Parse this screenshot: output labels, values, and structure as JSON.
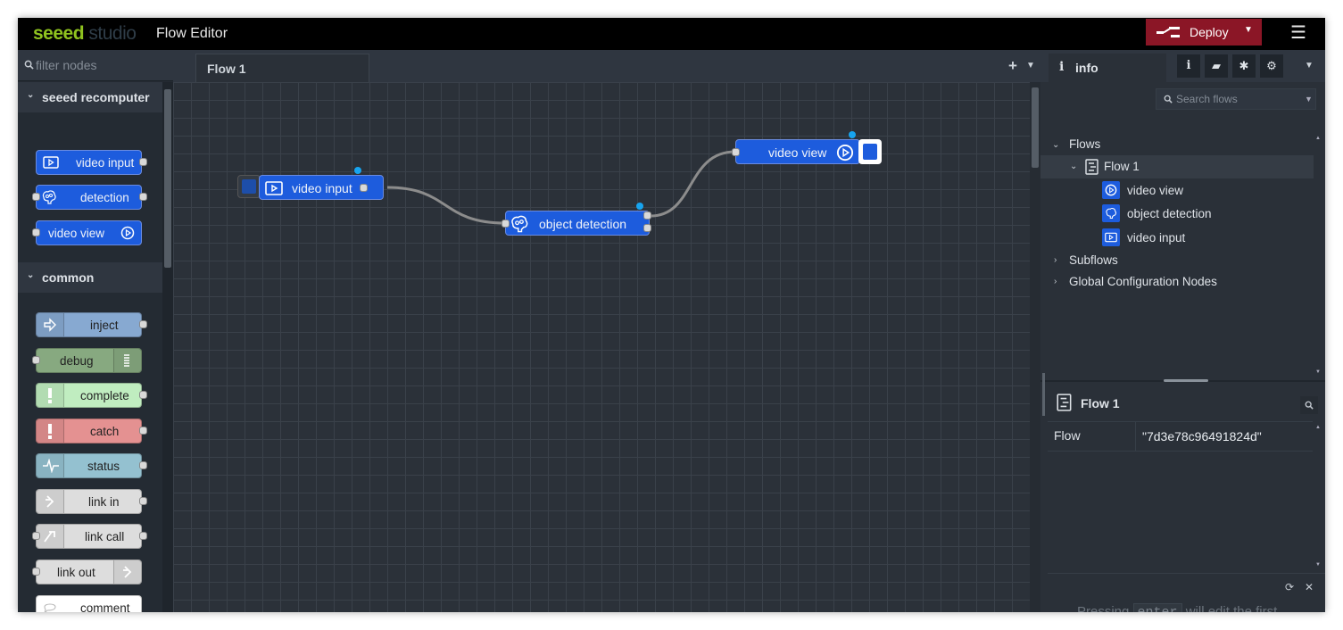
{
  "header": {
    "logo_part1": "seeed",
    "logo_part2": "studio",
    "title": "Flow Editor",
    "deploy_label": "Deploy",
    "accent": "#8b1626"
  },
  "palette": {
    "filter_placeholder": "filter nodes",
    "categories": [
      {
        "name": "seeed recomputer",
        "nodes": [
          {
            "label": "video input",
            "icon": "video-input-icon",
            "color": "#1d5cdd"
          },
          {
            "label": "detection",
            "icon": "brain-icon",
            "color": "#1d5cdd"
          },
          {
            "label": "video view",
            "icon": "play-circle-icon",
            "color": "#1d5cdd"
          }
        ]
      },
      {
        "name": "common",
        "nodes": [
          {
            "label": "inject",
            "icon": "arrow-in-icon",
            "color": "#87a9d1"
          },
          {
            "label": "debug",
            "icon": "list-icon",
            "color": "#87a980"
          },
          {
            "label": "complete",
            "icon": "exclamation-icon",
            "color": "#c0edc0"
          },
          {
            "label": "catch",
            "icon": "exclamation-icon",
            "color": "#e49191"
          },
          {
            "label": "status",
            "icon": "pulse-icon",
            "color": "#94c1d0"
          },
          {
            "label": "link in",
            "icon": "link-in-icon",
            "color": "#dddddd"
          },
          {
            "label": "link call",
            "icon": "link-call-icon",
            "color": "#dddddd"
          },
          {
            "label": "link out",
            "icon": "link-out-icon",
            "color": "#dddddd"
          },
          {
            "label": "comment",
            "icon": "comment-icon",
            "color": "#ffffff"
          }
        ]
      }
    ]
  },
  "workspace": {
    "tab_label": "Flow 1",
    "nodes": [
      {
        "label": "video input",
        "icon": "video-input-icon"
      },
      {
        "label": "object detection",
        "icon": "brain-icon"
      },
      {
        "label": "video view",
        "icon": "play-circle-icon"
      }
    ]
  },
  "sidebar": {
    "tab_label": "info",
    "search_placeholder": "Search flows",
    "tree": {
      "flows_label": "Flows",
      "flow_name": "Flow 1",
      "children": [
        "video view",
        "object detection",
        "video input"
      ],
      "subflows_label": "Subflows",
      "global_label": "Global Configuration Nodes"
    },
    "props": {
      "title": "Flow 1",
      "key": "Flow",
      "value": "\"7d3e78c96491824d\""
    },
    "hint": {
      "before": "Pressing",
      "key": "enter",
      "after": "will edit the first"
    }
  }
}
